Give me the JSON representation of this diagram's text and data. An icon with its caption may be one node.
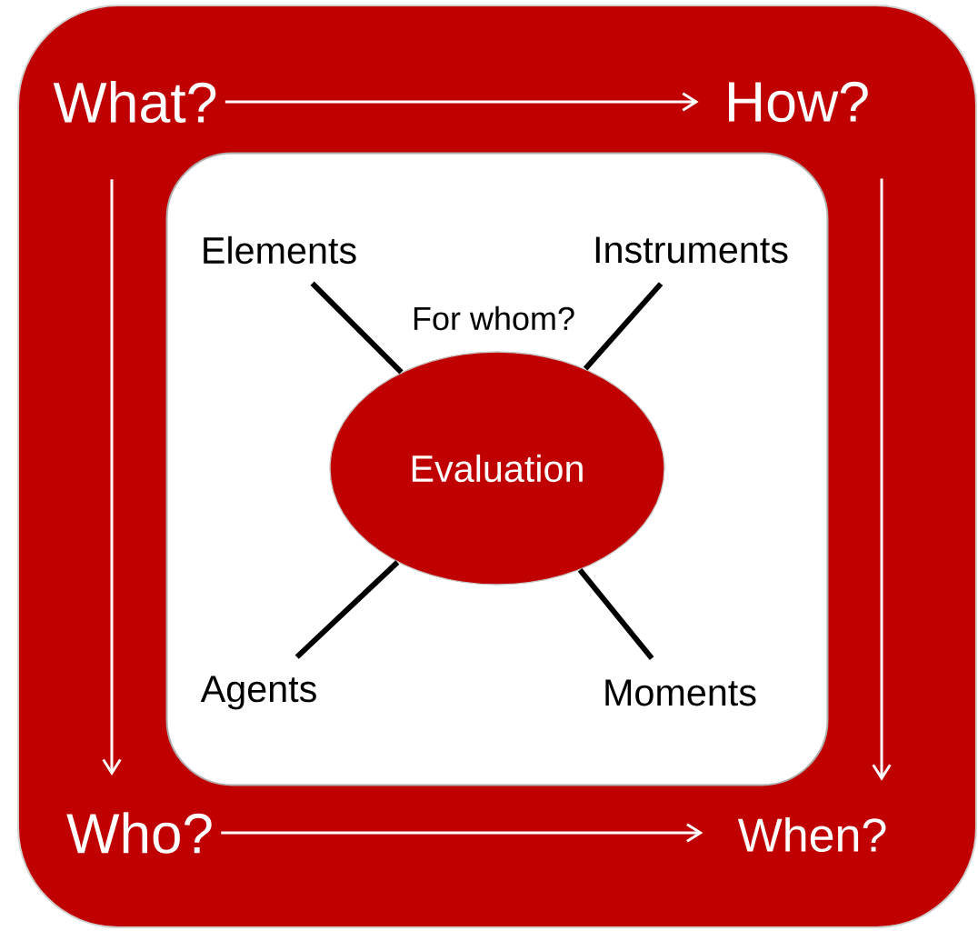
{
  "diagram": {
    "nodes": [
      {
        "text": [],
        "shape": "box"
      },
      {
        "text": [
          "What?"
        ],
        "in": 0
      },
      {
        "text": [
          "How?"
        ],
        "in": 0
      },
      {
        "text": [],
        "shape": "box",
        "in": 0
      },
      {
        "text": [
          "Elements"
        ],
        "in": 3
      },
      {
        "text": [
          "Instruments"
        ],
        "in": 3
      },
      {
        "text": [
          "Evaluation"
        ],
        "in": 3
      },
      {
        "text": [
          "Agents"
        ],
        "in": 3
      },
      {
        "text": [
          "Moments"
        ],
        "in": 3
      },
      {
        "text": [
          "Who?"
        ],
        "in": 0
      },
      {
        "text": [
          "When?"
        ],
        "in": 0
      }
    ],
    "edges": [
      {
        "from": 1,
        "to": 2,
        "arrow": "to",
        "color": "#ffffff"
      },
      {
        "from": 1,
        "to": 9,
        "arrow": "to",
        "color": "#ffffff"
      },
      {
        "from": 2,
        "to": 10,
        "arrow": "to",
        "color": "#ffffff"
      },
      {
        "from": 9,
        "to": 10,
        "arrow": "to",
        "color": "#ffffff"
      },
      {
        "from": 4,
        "to": 6,
        "arrow": "none",
        "style": "thick",
        "color": "#000000"
      },
      {
        "from": 5,
        "to": 6,
        "arrow": "none",
        "style": "thick",
        "color": "#000000"
      },
      {
        "from": 7,
        "to": 6,
        "arrow": "none",
        "style": "thick",
        "color": "#000000"
      },
      {
        "from": 8,
        "to": 6,
        "arrow": "none",
        "style": "thick",
        "color": "#000000"
      }
    ],
    "labels": [
      "For whom?"
    ]
  }
}
